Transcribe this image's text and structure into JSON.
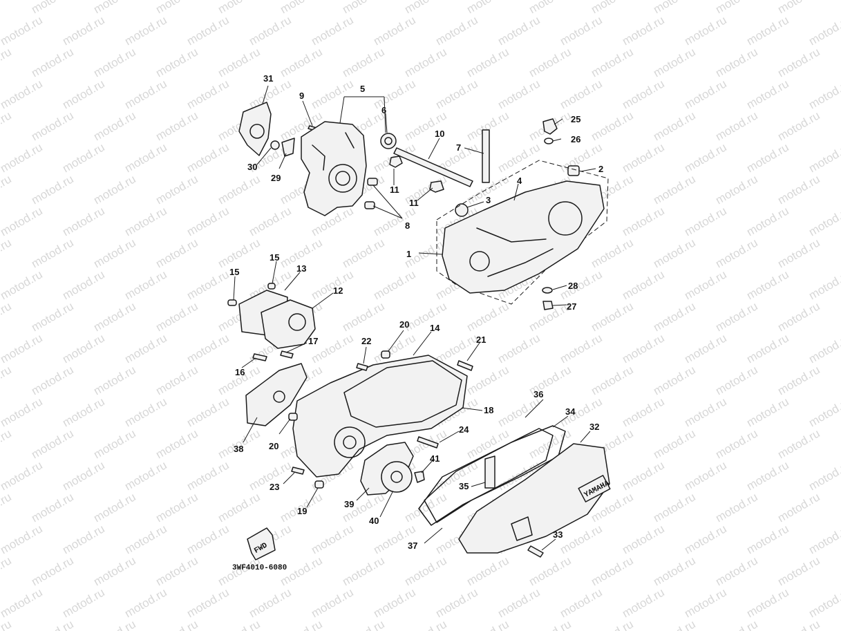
{
  "watermark": "motod.ru",
  "diagram_code": "3WF4010-6080",
  "fwd_label": "FWD",
  "brand_plate": "YAMAHA",
  "callouts": {
    "c1": "1",
    "c2": "2",
    "c3": "3",
    "c4": "4",
    "c5": "5",
    "c6": "6",
    "c7": "7",
    "c8": "8",
    "c9": "9",
    "c10": "10",
    "c11a": "11",
    "c11b": "11",
    "c12": "12",
    "c13": "13",
    "c14": "14",
    "c15a": "15",
    "c15b": "15",
    "c16": "16",
    "c17": "17",
    "c18": "18",
    "c19": "19",
    "c20a": "20",
    "c20b": "20",
    "c21": "21",
    "c22": "22",
    "c23": "23",
    "c24": "24",
    "c25": "25",
    "c26": "26",
    "c27": "27",
    "c28": "28",
    "c29": "29",
    "c30": "30",
    "c31": "31",
    "c32": "32",
    "c33": "33",
    "c34": "34",
    "c35": "35",
    "c36": "36",
    "c37": "37",
    "c38": "38",
    "c39": "39",
    "c40": "40",
    "c41": "41"
  }
}
